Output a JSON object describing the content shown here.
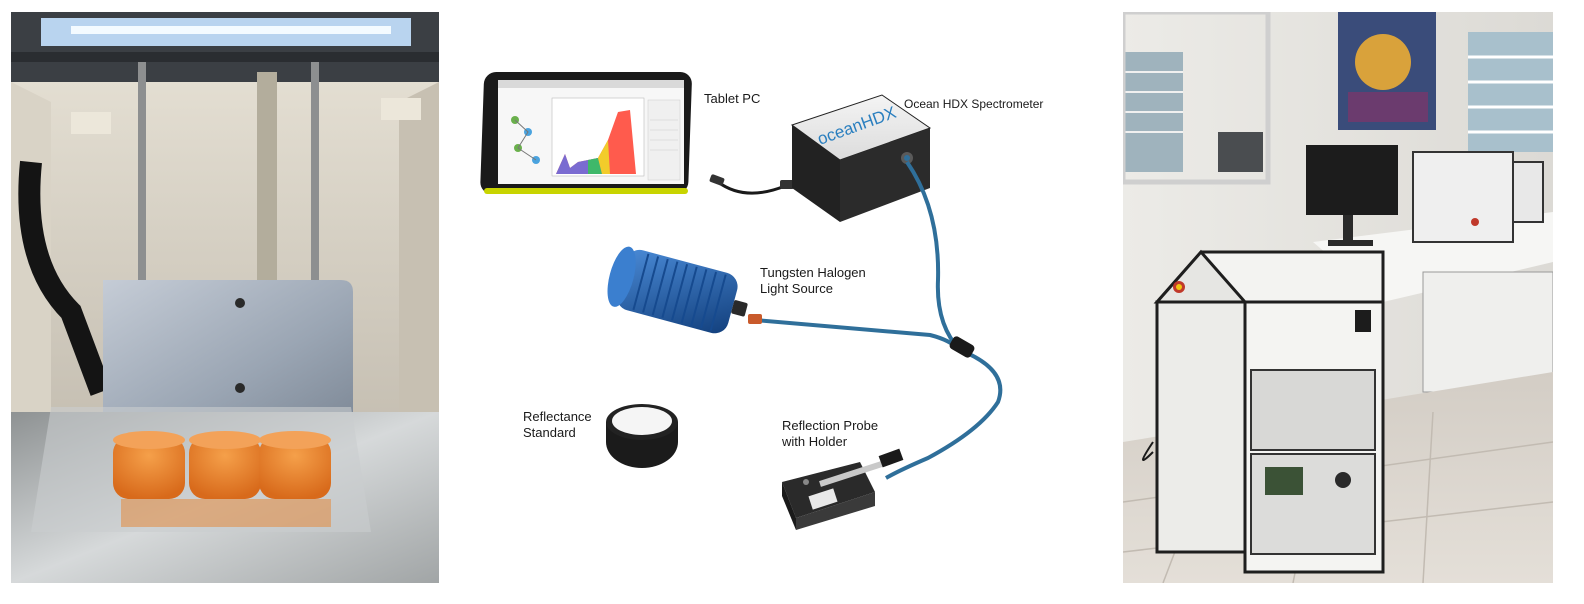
{
  "figure": {
    "left_photo": {
      "description_icon": "light-booth-photo",
      "colors": {
        "foil": "#b9bcbd",
        "cup": "#e67c2a",
        "panel": "#9ea9b8",
        "wall": "#cfc8bb"
      }
    },
    "diagram": {
      "labels": {
        "tablet": "Tablet PC",
        "spectrometer": "Ocean HDX Spectrometer",
        "light_source_line1": "Tungsten Halogen",
        "light_source_line2": "Light Source",
        "standard_line1": "Reflectance",
        "standard_line2": "Standard",
        "probe_line1": "Reflection Probe",
        "probe_line2": "with Holder"
      },
      "spectrometer_brand": "oceanHDX",
      "colors": {
        "fiber": "#2f6f9a",
        "lamp": "#1f63b8",
        "spectrometer": "#1c1c1c",
        "tablet_frame": "#1a1a1a",
        "tablet_rim": "#c8d400"
      }
    },
    "right_photo": {
      "description_icon": "lab-instrument-photo",
      "colors": {
        "cabinet": "#f2f2f0",
        "floor": "#d9d3cc",
        "edge": "#1e1e1e"
      }
    }
  }
}
